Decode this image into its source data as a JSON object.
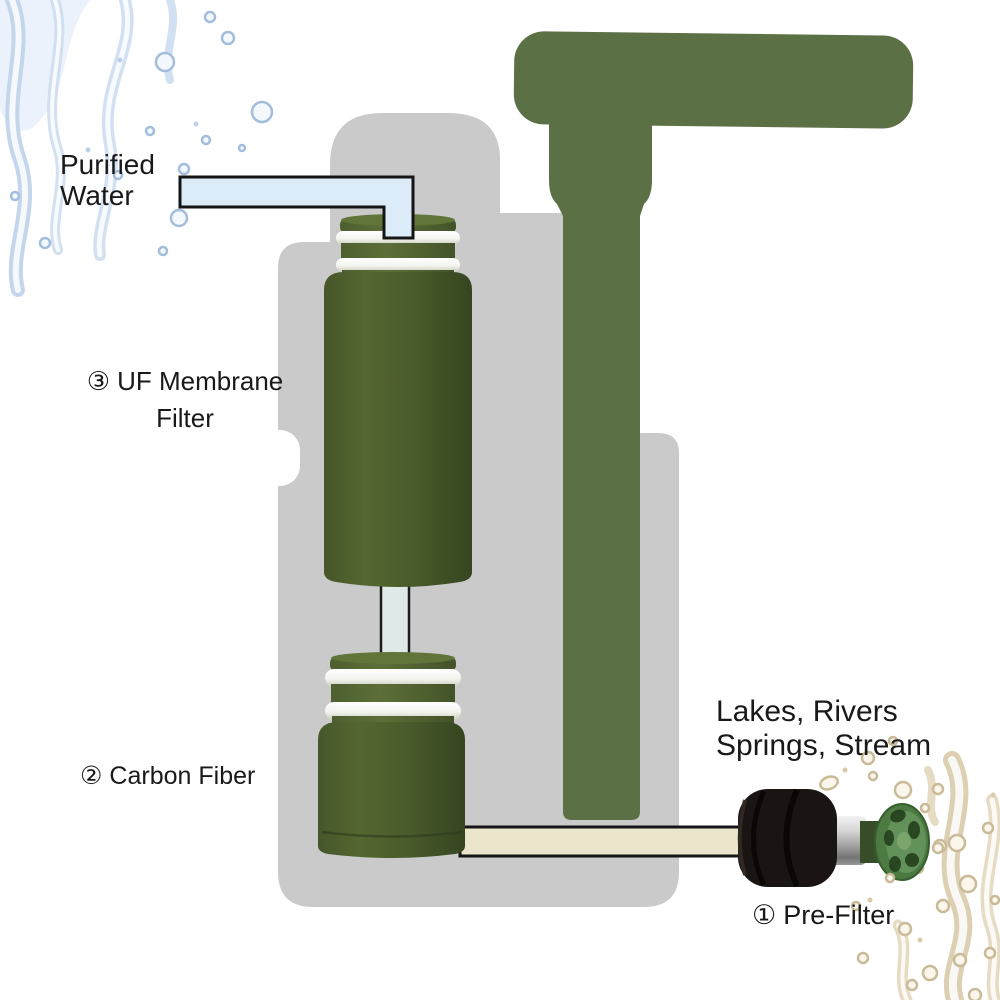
{
  "diagram": {
    "labels": {
      "purified_water": {
        "line1": "Purified",
        "line2": "Water"
      },
      "uf_membrane": {
        "num": "③",
        "name": "UF Membrane",
        "name2": "Filter"
      },
      "carbon_fiber": {
        "num": "②",
        "name": "Carbon Fiber"
      },
      "water_source": {
        "line1": "Lakes, Rivers",
        "line2": "Springs, Stream"
      },
      "pre_filter": {
        "num": "①",
        "name": "Pre-Filter"
      }
    },
    "colors": {
      "olive": "#5c7045",
      "filter_green_light": "#55672f",
      "filter_green_dark": "#36451f",
      "body_gray": "#c9cac9",
      "tube_blue": "#dcebf8",
      "tube_beige": "#eae5cb",
      "connector_gray": "#dfe9e7",
      "foam_black": "#1a1512",
      "cap_green": "#4c7a42",
      "splash_blue": "#c3d6ec",
      "splash_tan": "#dccfb2",
      "text": "#191919"
    }
  }
}
